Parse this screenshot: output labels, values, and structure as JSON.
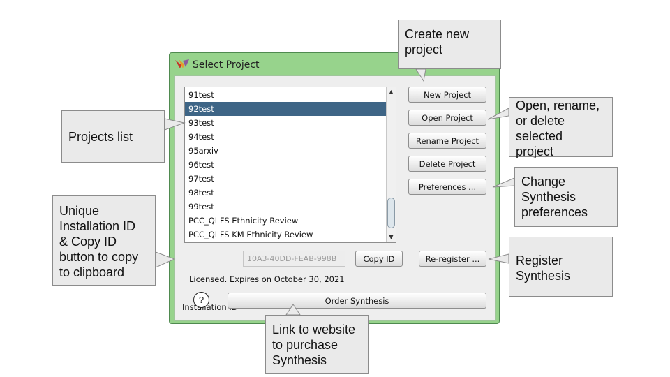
{
  "window": {
    "title": "Select Project"
  },
  "projects": {
    "items": [
      "91test",
      "92test",
      "93test",
      "94test",
      "95arxiv",
      "96test",
      "97test",
      "98test",
      "99test",
      "PCC_QI FS Ethnicity Review",
      "PCC_QI FS KM Ethnicity Review"
    ],
    "selected_index": 1
  },
  "buttons": {
    "new_project": "New Project",
    "open_project": "Open Project",
    "rename_project": "Rename Project",
    "delete_project": "Delete Project",
    "preferences": "Preferences ...",
    "copy_id": "Copy ID",
    "reregister": "Re-register ...",
    "order_synthesis": "Order Synthesis",
    "help": "?"
  },
  "installation": {
    "label": "Installation ID",
    "value": "10A3-40DD-FEAB-998B"
  },
  "license": {
    "status": "Licensed. Expires on October 30, 2021"
  },
  "callouts": {
    "create_new": "Create new\nproject",
    "open_rename_delete": "Open, rename,\nor delete\nselected\nproject",
    "projects_list": "Projects list",
    "change_prefs": "Change\nSynthesis\npreferences",
    "installation_id": "Unique\nInstallation ID\n& Copy ID\nbutton to copy\nto clipboard",
    "register": "Register\nSynthesis",
    "purchase": "Link to website\nto purchase\nSynthesis"
  },
  "colors": {
    "window_border": "#97d38c",
    "selection": "#3e6586",
    "callout_fill": "#eaeaea"
  }
}
